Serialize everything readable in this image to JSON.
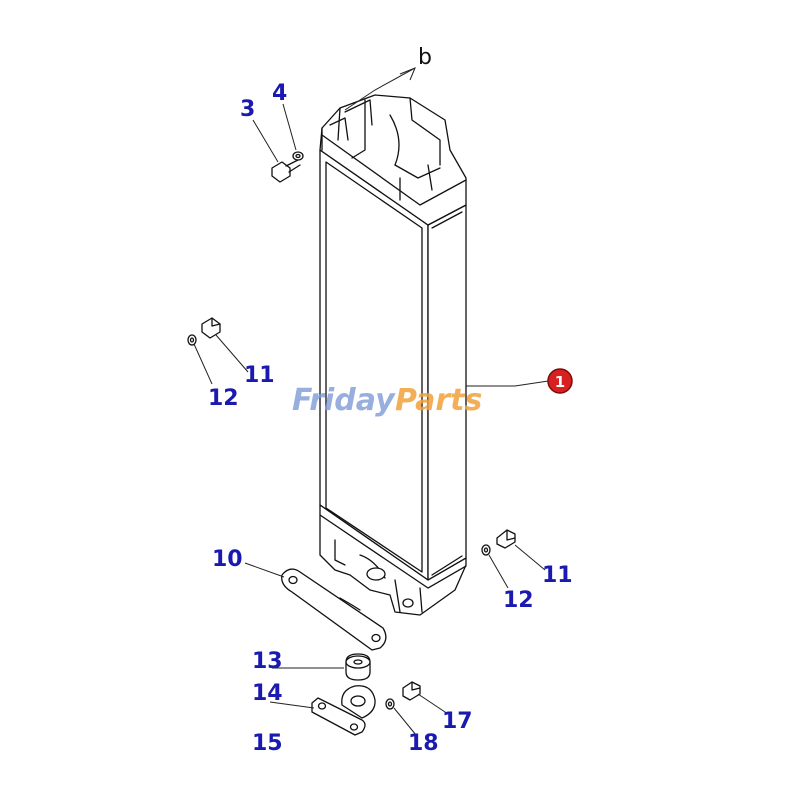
{
  "callout": {
    "b": "b"
  },
  "labels": {
    "p3": "3",
    "p4": "4",
    "p11a": "11",
    "p12a": "12",
    "p10": "10",
    "p11b": "11",
    "p12b": "12",
    "p13": "13",
    "p14": "14",
    "p15": "15",
    "p17": "17",
    "p18": "18",
    "p1": "1"
  },
  "watermark": {
    "part1": "Friday",
    "part2": "Parts"
  },
  "colors": {
    "label": "#1a1ab0",
    "marker": "#d82020",
    "watermark_blue": "#7f9bd6",
    "watermark_orange": "#f0a23c"
  }
}
